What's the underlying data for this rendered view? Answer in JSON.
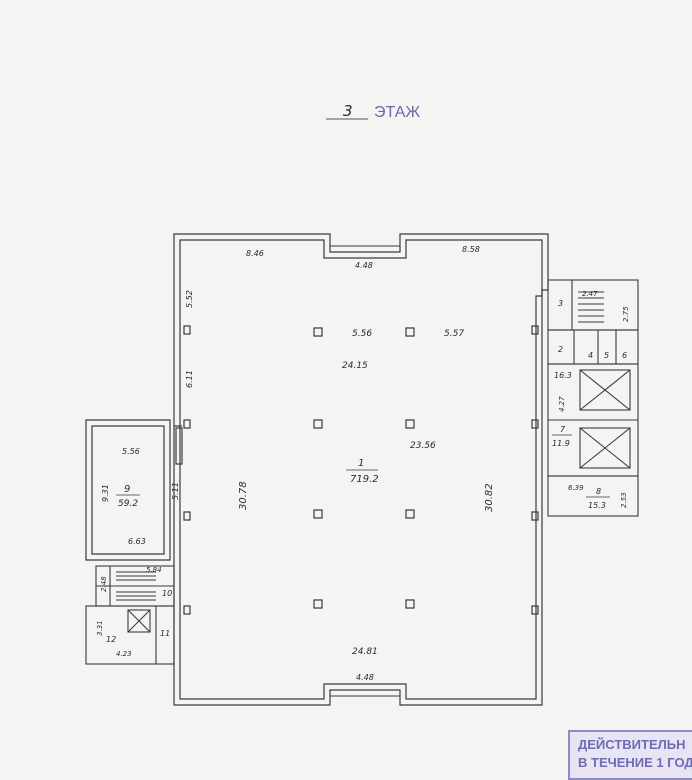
{
  "title": {
    "floor_number": "3",
    "floor_word": "ЭТАЖ"
  },
  "rooms": {
    "main": {
      "number": "1",
      "area": "719.2"
    },
    "r2": {
      "number": "2"
    },
    "r3": {
      "number": "3"
    },
    "r4": {
      "number": "4",
      "area": "16.3"
    },
    "r5": {
      "number": "5"
    },
    "r6": {
      "number": "6"
    },
    "r7": {
      "number": "7",
      "area": "11.9"
    },
    "r8": {
      "number": "8",
      "area": "15.3"
    },
    "r9": {
      "number": "9",
      "area": "59.2"
    },
    "r10": {
      "number": "10"
    },
    "r11": {
      "number": "11"
    },
    "r12": {
      "number": "12"
    }
  },
  "dimensions": {
    "top_left": "8.46",
    "top_mid": "4.48",
    "top_right": "8.58",
    "left_upper": "5.52",
    "left_mid": "6.11",
    "col_span_a": "5.56",
    "col_span_b": "5.57",
    "inner_width": "24.15",
    "inner_span": "23.56",
    "main_height_left": "30.78",
    "main_height_right": "30.82",
    "room9_top": "5.56",
    "room9_left": "9.31",
    "room9_right": "5.11",
    "room9_bottom": "6.63",
    "bottom_width": "24.81",
    "bottom_mid": "4.48",
    "stair_right_top": "2.47",
    "stair_right_side": "2.75",
    "r4_side": "4.27",
    "r8_width": "6.39",
    "r8_side": "2.53",
    "stair_left_top": "5.84",
    "stair_left_side": "2.48",
    "r12_side": "3.31",
    "r12_bottom": "4.23"
  },
  "stamp": {
    "line1": "ДЕЙСТВИТЕЛЬН",
    "line2": "В ТЕЧЕНИЕ 1 ГОД"
  },
  "colors": {
    "walls": "#3a3a3a",
    "title": "#6a6aa8",
    "stamp": "#6f6cb3",
    "paper": "#f4f4f2"
  }
}
